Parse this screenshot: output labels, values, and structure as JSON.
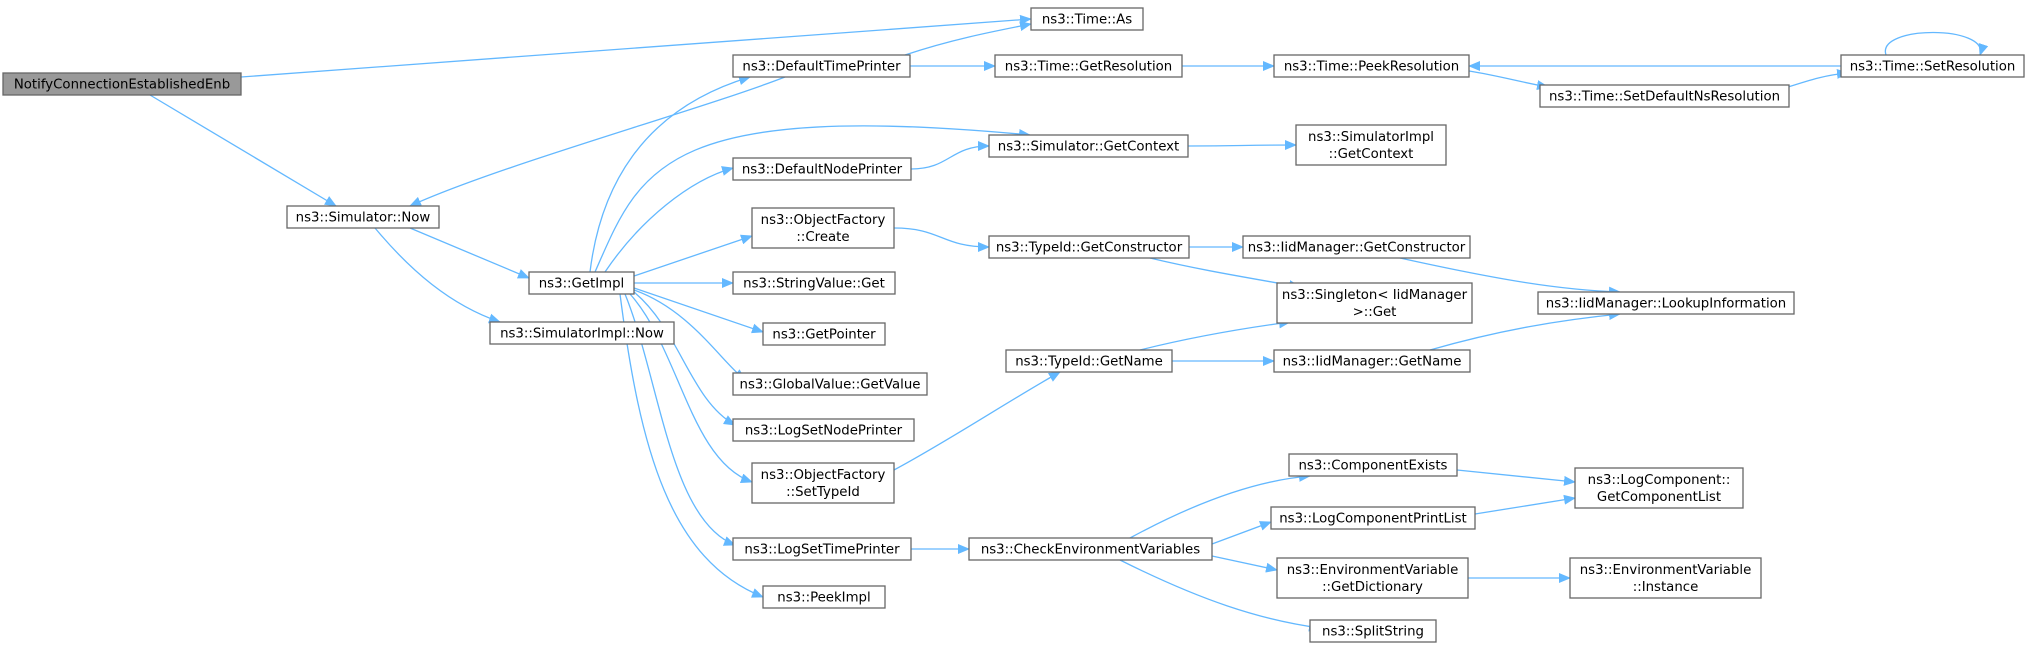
{
  "graph": {
    "colors": {
      "edge": "#63b8ff",
      "node_border": "#666666",
      "root_fill": "#999999",
      "node_fill": "#ffffff"
    },
    "nodes": [
      {
        "id": "root",
        "lines": [
          "NotifyConnectionEstablishedEnb"
        ],
        "root": true
      },
      {
        "id": "sim_now",
        "lines": [
          "ns3::Simulator::Now"
        ]
      },
      {
        "id": "time_as",
        "lines": [
          "ns3::Time::As"
        ]
      },
      {
        "id": "default_time_printer",
        "lines": [
          "ns3::DefaultTimePrinter"
        ]
      },
      {
        "id": "get_impl",
        "lines": [
          "ns3::GetImpl"
        ]
      },
      {
        "id": "simimpl_now",
        "lines": [
          "ns3::SimulatorImpl::Now"
        ]
      },
      {
        "id": "time_get_resolution",
        "lines": [
          "ns3::Time::GetResolution"
        ]
      },
      {
        "id": "time_peek_resolution",
        "lines": [
          "ns3::Time::PeekResolution"
        ]
      },
      {
        "id": "time_set_resolution",
        "lines": [
          "ns3::Time::SetResolution"
        ]
      },
      {
        "id": "time_set_default_ns",
        "lines": [
          "ns3::Time::SetDefaultNsResolution"
        ]
      },
      {
        "id": "default_node_printer",
        "lines": [
          "ns3::DefaultNodePrinter"
        ]
      },
      {
        "id": "sim_get_context",
        "lines": [
          "ns3::Simulator::GetContext"
        ]
      },
      {
        "id": "simimpl_get_context",
        "lines": [
          "ns3::SimulatorImpl",
          "::GetContext"
        ]
      },
      {
        "id": "objfactory_create",
        "lines": [
          "ns3::ObjectFactory",
          "::Create"
        ]
      },
      {
        "id": "typeid_get_constructor",
        "lines": [
          "ns3::TypeId::GetConstructor"
        ]
      },
      {
        "id": "iid_get_constructor",
        "lines": [
          "ns3::IidManager::GetConstructor"
        ]
      },
      {
        "id": "iid_lookup",
        "lines": [
          "ns3::IidManager::LookupInformation"
        ]
      },
      {
        "id": "singleton_get",
        "lines": [
          "ns3::Singleton< IidManager",
          " >::Get"
        ]
      },
      {
        "id": "stringvalue_get",
        "lines": [
          "ns3::StringValue::Get"
        ]
      },
      {
        "id": "get_pointer",
        "lines": [
          "ns3::GetPointer"
        ]
      },
      {
        "id": "typeid_get_name",
        "lines": [
          "ns3::TypeId::GetName"
        ]
      },
      {
        "id": "iid_get_name",
        "lines": [
          "ns3::IidManager::GetName"
        ]
      },
      {
        "id": "globalvalue_get_value",
        "lines": [
          "ns3::GlobalValue::GetValue"
        ]
      },
      {
        "id": "log_set_node_printer",
        "lines": [
          "ns3::LogSetNodePrinter"
        ]
      },
      {
        "id": "objfactory_set_typeid",
        "lines": [
          "ns3::ObjectFactory",
          "::SetTypeId"
        ]
      },
      {
        "id": "component_exists",
        "lines": [
          "ns3::ComponentExists"
        ]
      },
      {
        "id": "logcomponent_get_list",
        "lines": [
          "ns3::LogComponent::",
          "GetComponentList"
        ]
      },
      {
        "id": "log_component_print_list",
        "lines": [
          "ns3::LogComponentPrintList"
        ]
      },
      {
        "id": "log_set_time_printer",
        "lines": [
          "ns3::LogSetTimePrinter"
        ]
      },
      {
        "id": "check_env_vars",
        "lines": [
          "ns3::CheckEnvironmentVariables"
        ]
      },
      {
        "id": "envvar_get_dictionary",
        "lines": [
          "ns3::EnvironmentVariable",
          "::GetDictionary"
        ]
      },
      {
        "id": "envvar_instance",
        "lines": [
          "ns3::EnvironmentVariable",
          "::Instance"
        ]
      },
      {
        "id": "peek_impl",
        "lines": [
          "ns3::PeekImpl"
        ]
      },
      {
        "id": "split_string",
        "lines": [
          "ns3::SplitString"
        ]
      }
    ],
    "edges": [
      [
        "root",
        "time_as"
      ],
      [
        "root",
        "sim_now"
      ],
      [
        "sim_now",
        "get_impl"
      ],
      [
        "sim_now",
        "simimpl_now"
      ],
      [
        "default_time_printer",
        "sim_now"
      ],
      [
        "default_time_printer",
        "time_as"
      ],
      [
        "default_time_printer",
        "time_get_resolution"
      ],
      [
        "time_get_resolution",
        "time_peek_resolution"
      ],
      [
        "time_peek_resolution",
        "time_set_default_ns"
      ],
      [
        "time_set_default_ns",
        "time_set_resolution"
      ],
      [
        "time_set_resolution",
        "time_peek_resolution"
      ],
      [
        "time_set_resolution",
        "time_set_resolution"
      ],
      [
        "get_impl",
        "default_time_printer"
      ],
      [
        "get_impl",
        "sim_get_context"
      ],
      [
        "get_impl",
        "default_node_printer"
      ],
      [
        "get_impl",
        "objfactory_create"
      ],
      [
        "get_impl",
        "stringvalue_get"
      ],
      [
        "get_impl",
        "get_pointer"
      ],
      [
        "get_impl",
        "globalvalue_get_value"
      ],
      [
        "get_impl",
        "log_set_node_printer"
      ],
      [
        "get_impl",
        "objfactory_set_typeid"
      ],
      [
        "get_impl",
        "log_set_time_printer"
      ],
      [
        "get_impl",
        "peek_impl"
      ],
      [
        "default_node_printer",
        "sim_get_context"
      ],
      [
        "sim_get_context",
        "simimpl_get_context"
      ],
      [
        "objfactory_create",
        "typeid_get_constructor"
      ],
      [
        "typeid_get_constructor",
        "iid_get_constructor"
      ],
      [
        "typeid_get_constructor",
        "singleton_get"
      ],
      [
        "iid_get_constructor",
        "iid_lookup"
      ],
      [
        "objfactory_set_typeid",
        "typeid_get_name"
      ],
      [
        "typeid_get_name",
        "singleton_get"
      ],
      [
        "typeid_get_name",
        "iid_get_name"
      ],
      [
        "iid_get_name",
        "iid_lookup"
      ],
      [
        "log_set_time_printer",
        "check_env_vars"
      ],
      [
        "check_env_vars",
        "component_exists"
      ],
      [
        "check_env_vars",
        "log_component_print_list"
      ],
      [
        "check_env_vars",
        "envvar_get_dictionary"
      ],
      [
        "check_env_vars",
        "split_string"
      ],
      [
        "component_exists",
        "logcomponent_get_list"
      ],
      [
        "log_component_print_list",
        "logcomponent_get_list"
      ],
      [
        "envvar_get_dictionary",
        "envvar_instance"
      ]
    ]
  }
}
